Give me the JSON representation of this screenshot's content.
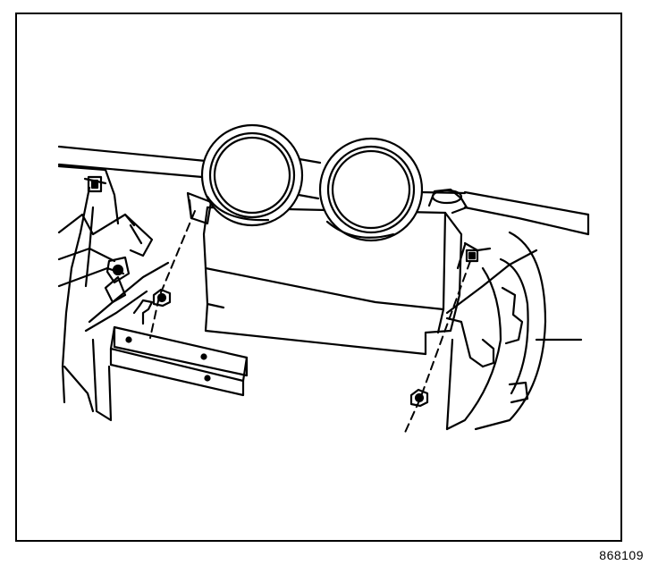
{
  "figure": {
    "number": "868109"
  },
  "colors": {
    "line": "#000000",
    "fill": "#ffffff",
    "shade": "#d9d9d9"
  },
  "parts": [
    {
      "name": "instrument-cluster",
      "description_icon": "gauge-pod-icon"
    },
    {
      "name": "trim-bracket",
      "description_icon": "bracket-icon"
    },
    {
      "name": "retaining-nut-left",
      "description_icon": "nut-icon"
    },
    {
      "name": "retaining-nut-right",
      "description_icon": "nut-icon"
    }
  ]
}
